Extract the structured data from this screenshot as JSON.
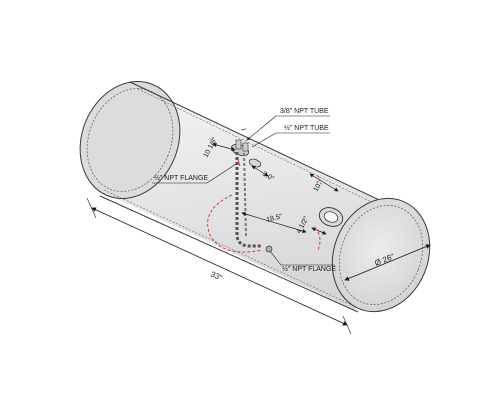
{
  "callouts": {
    "tube_38": "3/8\" NPT TUBE",
    "tube_12": "½\" NPT TUBE",
    "flange_upper": "½\" NPT FLANGE",
    "flange_lower": "½\" NPT FLANGE"
  },
  "dimensions": {
    "total_length": "33\"",
    "diameter": "Ø 26\"",
    "offset_10": "10\"",
    "offset_10_18": "10 1/8\"",
    "offset_3": "3.0\"",
    "offset_185": "18.5\"",
    "offset_4_12": "4 1/2\""
  },
  "colors": {
    "tank_fill": "#e9e9e9",
    "tank_stroke": "#3a3a3a",
    "leader": "#1a1a1a",
    "hidden_line": "#d04040"
  }
}
